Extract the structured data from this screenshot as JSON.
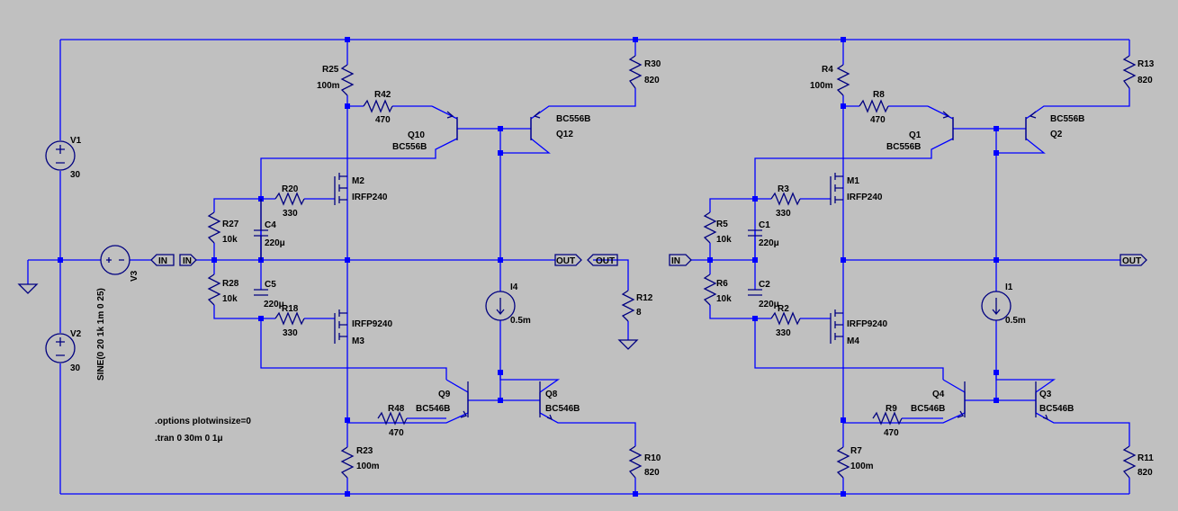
{
  "nets": {
    "in": "IN",
    "out": "OUT"
  },
  "spice": {
    "options": ".options plotwinsize=0",
    "tran": ".tran 0 30m 0 1μ"
  },
  "sources": {
    "V1": {
      "name": "V1",
      "value": "30"
    },
    "V2": {
      "name": "V2",
      "value": "30"
    },
    "V3": {
      "name": "V3",
      "value": "SINE(0 20 1k 1m 0 25)"
    }
  },
  "left": {
    "R25": {
      "name": "R25",
      "value": "100m"
    },
    "R42": {
      "name": "R42",
      "value": "470"
    },
    "R30": {
      "name": "R30",
      "value": "820"
    },
    "Q10": {
      "name": "Q10",
      "model": "BC556B"
    },
    "Q12": {
      "name": "Q12",
      "model": "BC556B"
    },
    "M2": {
      "name": "M2",
      "model": "IRFP240"
    },
    "R20": {
      "name": "R20",
      "value": "330"
    },
    "R27": {
      "name": "R27",
      "value": "10k"
    },
    "C4": {
      "name": "C4",
      "value": "220μ"
    },
    "R28": {
      "name": "R28",
      "value": "10k"
    },
    "C5": {
      "name": "C5",
      "value": "220μ"
    },
    "R18": {
      "name": "R18",
      "value": "330"
    },
    "M3": {
      "name": "M3",
      "model": "IRFP9240"
    },
    "I4": {
      "name": "I4",
      "value": "0.5m"
    },
    "Q9": {
      "name": "Q9",
      "model": "BC546B"
    },
    "Q8": {
      "name": "Q8",
      "model": "BC546B"
    },
    "R48": {
      "name": "R48",
      "value": "470"
    },
    "R23": {
      "name": "R23",
      "value": "100m"
    },
    "R10": {
      "name": "R10",
      "value": "820"
    },
    "R12": {
      "name": "R12",
      "value": "8"
    }
  },
  "right": {
    "R4": {
      "name": "R4",
      "value": "100m"
    },
    "R8": {
      "name": "R8",
      "value": "470"
    },
    "R13": {
      "name": "R13",
      "value": "820"
    },
    "Q1": {
      "name": "Q1",
      "model": "BC556B"
    },
    "Q2": {
      "name": "Q2",
      "model": "BC556B"
    },
    "M1": {
      "name": "M1",
      "model": "IRFP240"
    },
    "R3": {
      "name": "R3",
      "value": "330"
    },
    "R5": {
      "name": "R5",
      "value": "10k"
    },
    "C1": {
      "name": "C1",
      "value": "220μ"
    },
    "R6": {
      "name": "R6",
      "value": "10k"
    },
    "C2": {
      "name": "C2",
      "value": "220μ"
    },
    "R2": {
      "name": "R2",
      "value": "330"
    },
    "M4": {
      "name": "M4",
      "model": "IRFP9240"
    },
    "I1": {
      "name": "I1",
      "value": "0.5m"
    },
    "Q4": {
      "name": "Q4",
      "model": "BC546B"
    },
    "Q3": {
      "name": "Q3",
      "model": "BC546B"
    },
    "R9": {
      "name": "R9",
      "value": "470"
    },
    "R7": {
      "name": "R7",
      "value": "100m"
    },
    "R11": {
      "name": "R11",
      "value": "820"
    }
  }
}
